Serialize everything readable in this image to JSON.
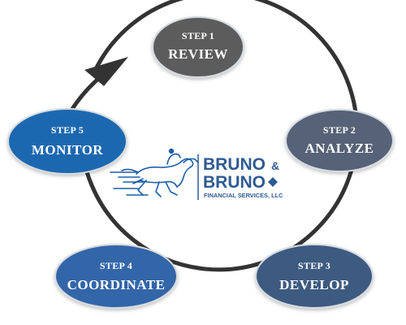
{
  "cycle": {
    "steps": [
      {
        "step": "STEP 1",
        "name": "REVIEW",
        "color": "#5b5b5b"
      },
      {
        "step": "STEP 2",
        "name": "ANALYZE",
        "color": "#546277"
      },
      {
        "step": "STEP 3",
        "name": "DEVELOP",
        "color": "#3c5a80"
      },
      {
        "step": "STEP 4",
        "name": "COORDINATE",
        "color": "#3366a8"
      },
      {
        "step": "STEP 5",
        "name": "MONITOR",
        "color": "#1c68b0"
      }
    ],
    "ring_color": "#333333",
    "arrow_color": "#333333",
    "ellipse_border_color": "#d6dbe1",
    "text_color": "#ffffff"
  },
  "logo": {
    "line1": "BRUNO",
    "ampersand": "&",
    "line2": "BRUNO",
    "subtitle": "FINANCIAL SERVICES, LLC",
    "text_color": "#2f5a93",
    "horse_color": "#1c5fa8",
    "icon": "horse-and-jockey-icon"
  }
}
